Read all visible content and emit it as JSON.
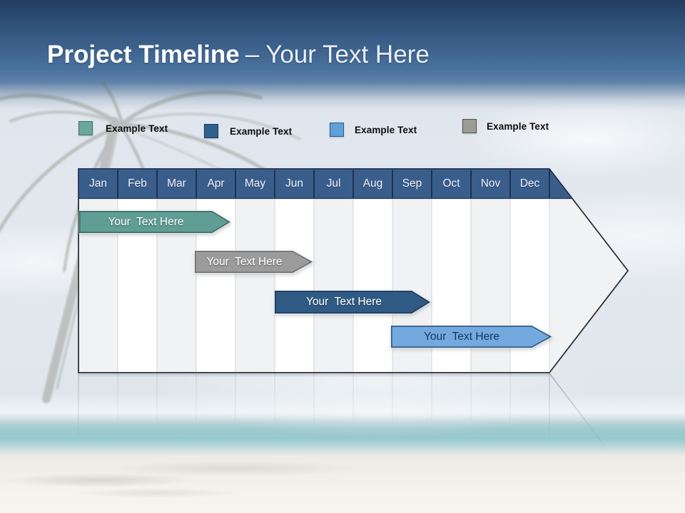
{
  "title": {
    "bold": "Project Timeline",
    "separator": "–",
    "light": "Your Text Here"
  },
  "legend": {
    "items": [
      {
        "label": "Example Text",
        "swatch_color": "#6CA79C",
        "swatch_border": "#3F6E66"
      },
      {
        "label": "Example Text",
        "swatch_color": "#30608E",
        "swatch_border": "#1D3A5F"
      },
      {
        "label": "Example Text",
        "swatch_color": "#5FA0D8",
        "swatch_border": "#2E5A84"
      },
      {
        "label": "Example Text",
        "swatch_color": "#9C9B94",
        "swatch_border": "#55534B"
      }
    ]
  },
  "timeline": {
    "header_color": "#3A5E8C",
    "months": [
      "Jan",
      "Feb",
      "Mar",
      "Apr",
      "May",
      "Jun",
      "Jul",
      "Aug",
      "Sep",
      "Oct",
      "Nov",
      "Dec"
    ],
    "bars": [
      {
        "label": "Your  Text Here",
        "start_month": "Jan",
        "end_month": "Apr",
        "fill": "#5F9E95",
        "border": "#3E6B63",
        "text_color": "#FFFFFF"
      },
      {
        "label": "Your  Text Here",
        "start_month": "Apr",
        "end_month": "Jun",
        "fill": "#9B9B9B",
        "border": "#6F6F6F",
        "text_color": "#FFFFFF"
      },
      {
        "label": "Your  Text Here",
        "start_month": "Jun",
        "end_month": "Sep",
        "fill": "#2F5A84",
        "border": "#1D3C63",
        "text_color": "#FFFFFF"
      },
      {
        "label": "Your  Text Here",
        "start_month": "Sep",
        "end_month": "Dec",
        "fill": "#73A9DE",
        "border": "#2E5984",
        "text_color": "#17375E"
      }
    ]
  }
}
